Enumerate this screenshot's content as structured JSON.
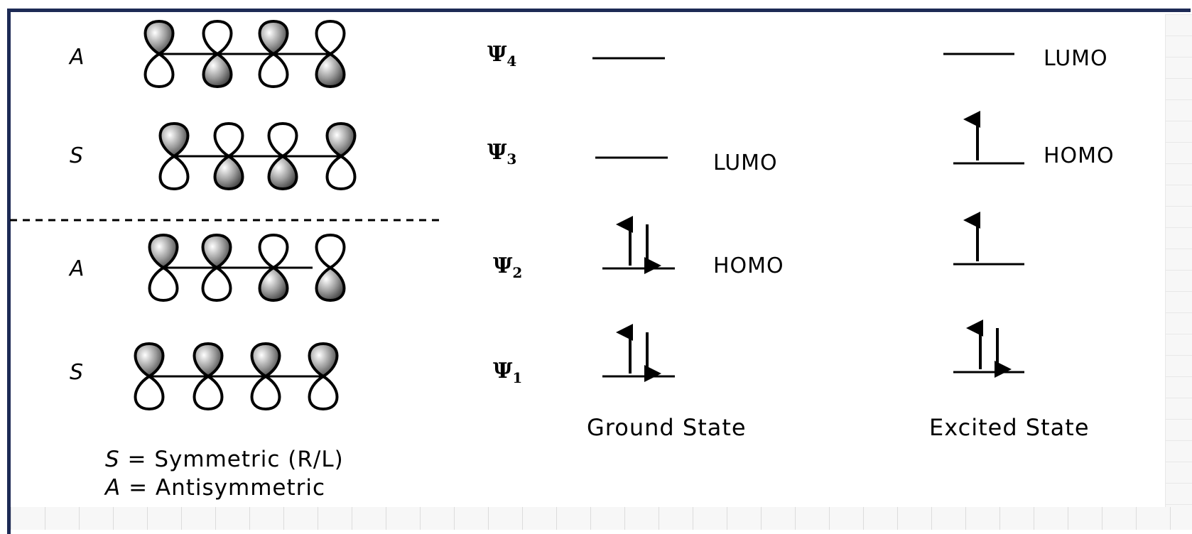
{
  "orbitals": [
    {
      "symmetry": "A"
    },
    {
      "symmetry": "S"
    },
    {
      "symmetry": "A"
    },
    {
      "symmetry": "S"
    }
  ],
  "levels": [
    {
      "psi_symbol": "Ψ",
      "psi_index": "4"
    },
    {
      "psi_symbol": "Ψ",
      "psi_index": "3"
    },
    {
      "psi_symbol": "Ψ",
      "psi_index": "2"
    },
    {
      "psi_symbol": "Ψ",
      "psi_index": "1"
    }
  ],
  "ground_state": {
    "caption": "Ground State",
    "lumo_label": "LUMO",
    "homo_label": "HOMO",
    "electrons": {
      "psi4": 0,
      "psi3": 0,
      "psi2": 2,
      "psi1": 2
    }
  },
  "excited_state": {
    "caption": "Excited State",
    "lumo_label": "LUMO",
    "homo_label": "HOMO",
    "electrons": {
      "psi4": 0,
      "psi3": 1,
      "psi2": 1,
      "psi1": 2
    }
  },
  "legend": {
    "s_symbol": "S",
    "s_text": " = Symmetric (R/L)",
    "a_symbol": "A",
    "a_text": " = Antisymmetric"
  },
  "colors": {
    "frame": "#1d2a55",
    "lobe_shade": "#555555",
    "line": "#000000"
  }
}
